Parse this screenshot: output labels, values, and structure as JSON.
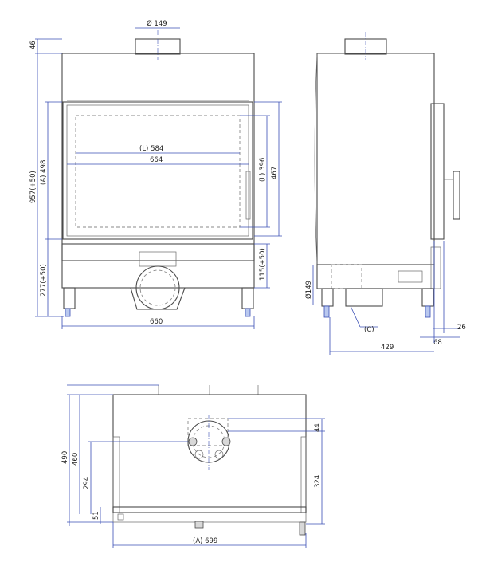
{
  "front_view": {
    "flue_diameter": "Ø 149",
    "height_total": "957(+50)",
    "height_a": "(A) 498",
    "height_top": "46",
    "height_bottom": "277(+50)",
    "width_l": "(L) 584",
    "width_inner": "664",
    "glass_height_l": "(L) 396",
    "glass_height": "467",
    "base_height": "115(+50)",
    "width_total": "660"
  },
  "side_view": {
    "flue_diameter": "Ø149",
    "label_c": "(C)",
    "depth_total": "429",
    "leg_offset_1": "68",
    "leg_offset_2": "26"
  },
  "top_view": {
    "depth_total": "490",
    "depth_1": "460",
    "depth_2": "294",
    "depth_3": "51",
    "offset_right_1": "44",
    "offset_right_2": "324",
    "width_a": "(A) 699"
  }
}
